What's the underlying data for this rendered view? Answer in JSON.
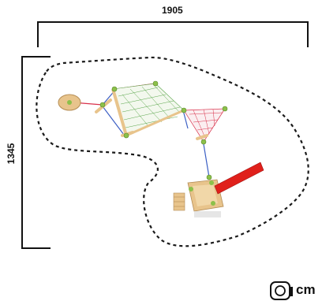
{
  "dimensions": {
    "width_label": "1905",
    "height_label": "1345"
  },
  "unit": {
    "label": "cm",
    "icon": "unit-box-icon"
  },
  "colors": {
    "outline": "#111111",
    "safety_zone": "#1a1a1a",
    "wood": "#e8c48c",
    "net_green": "#5aa64a",
    "net_red": "#d9304a",
    "slide_red": "#e0201b",
    "rope_blue": "#3c5fc4",
    "post_green": "#8cc04a"
  }
}
